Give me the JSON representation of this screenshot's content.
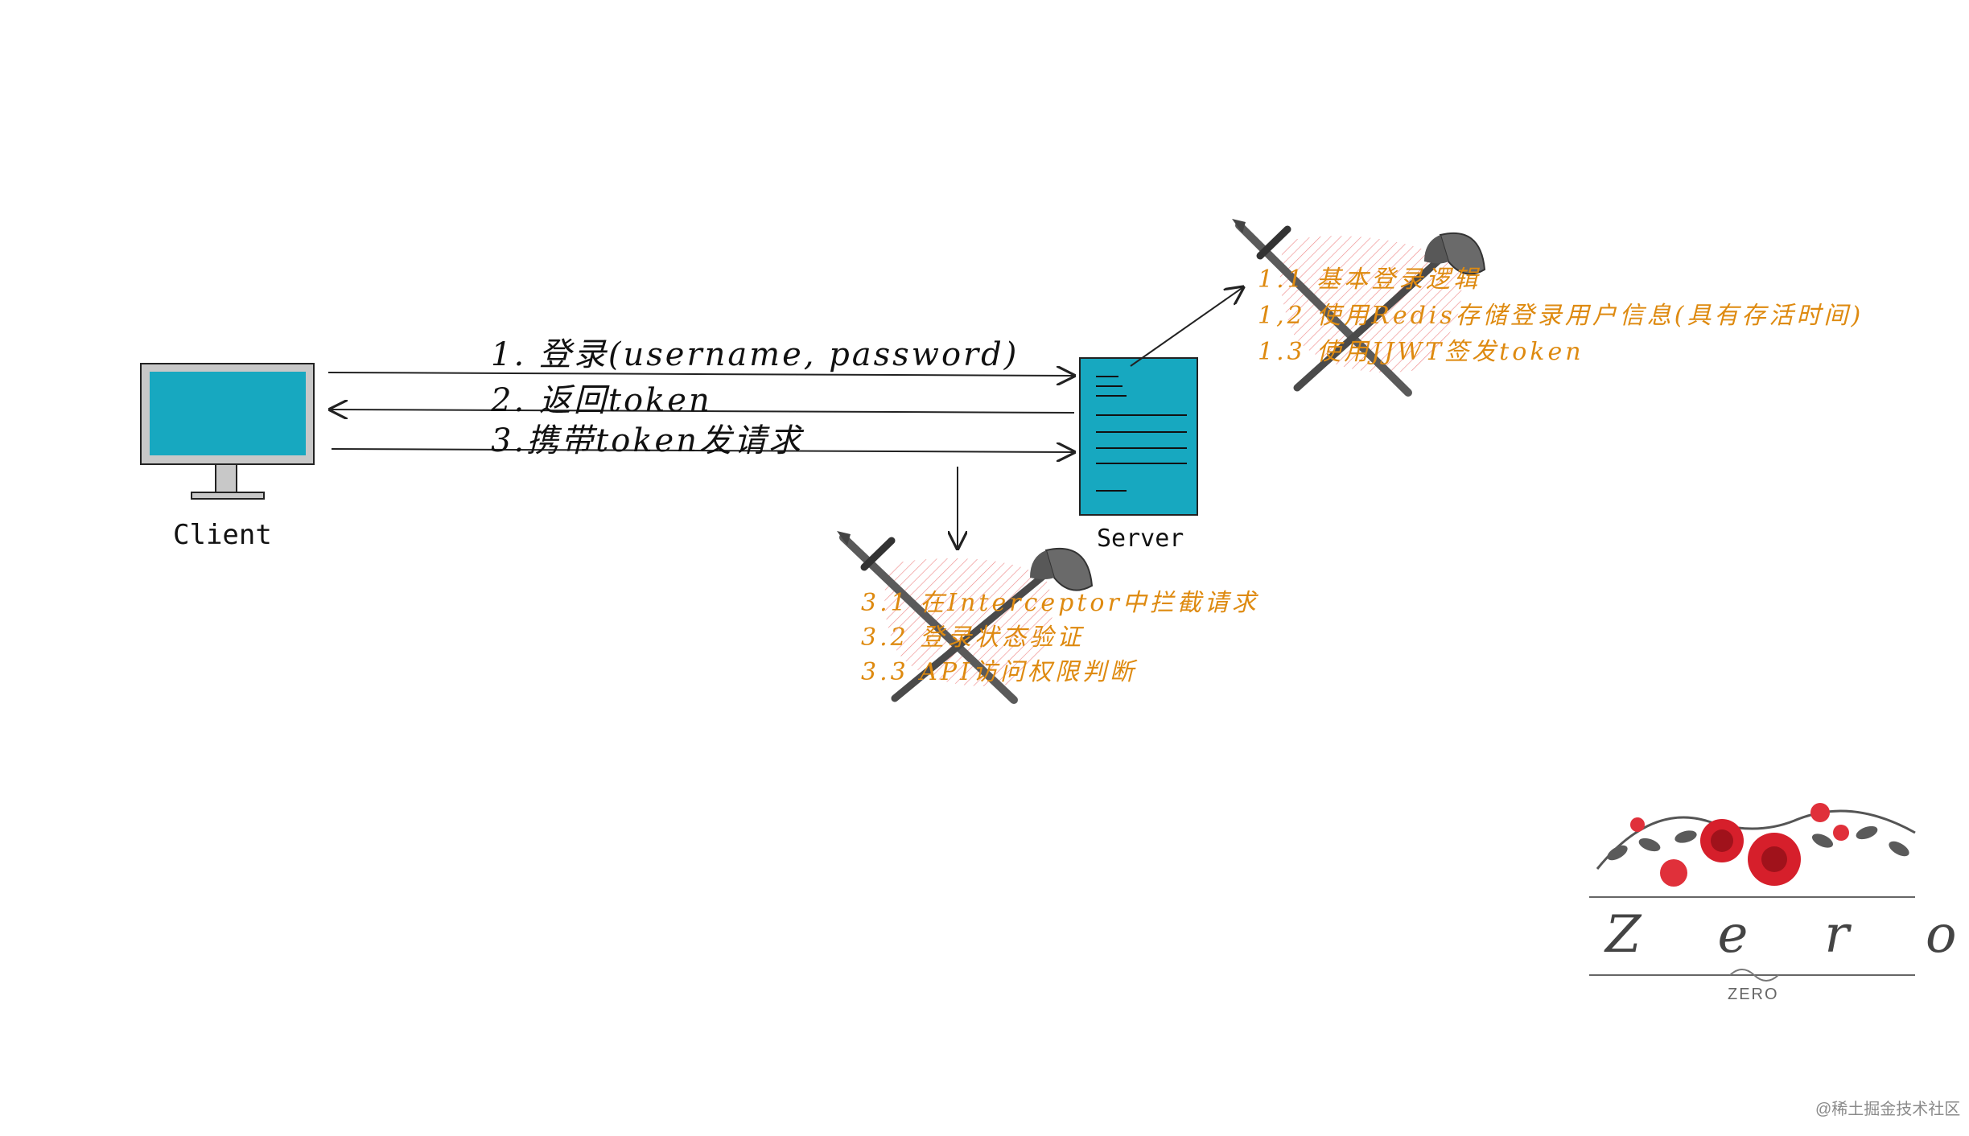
{
  "nodes": {
    "client": "Client",
    "server": "Server"
  },
  "messages": [
    "1. 登录(username, password)",
    "2. 返回token",
    "3.携带token发请求"
  ],
  "server_notes": [
    "1.1 基本登录逻辑",
    "1,2 使用Redis存储登录用户信息(具有存活时间)",
    "1.3 使用JJWT签发token"
  ],
  "interceptor_notes": [
    "3.1 在Interceptor中拦截请求",
    "3.2 登录状态验证",
    "3.3 API访问权限判断"
  ],
  "brand": {
    "big": "Zero",
    "small": "ZERO"
  },
  "watermark": "@稀土掘金技术社区",
  "colors": {
    "accent_teal": "#17a8c0",
    "note_orange": "#de8a10",
    "hatch_red": "#e23030"
  }
}
